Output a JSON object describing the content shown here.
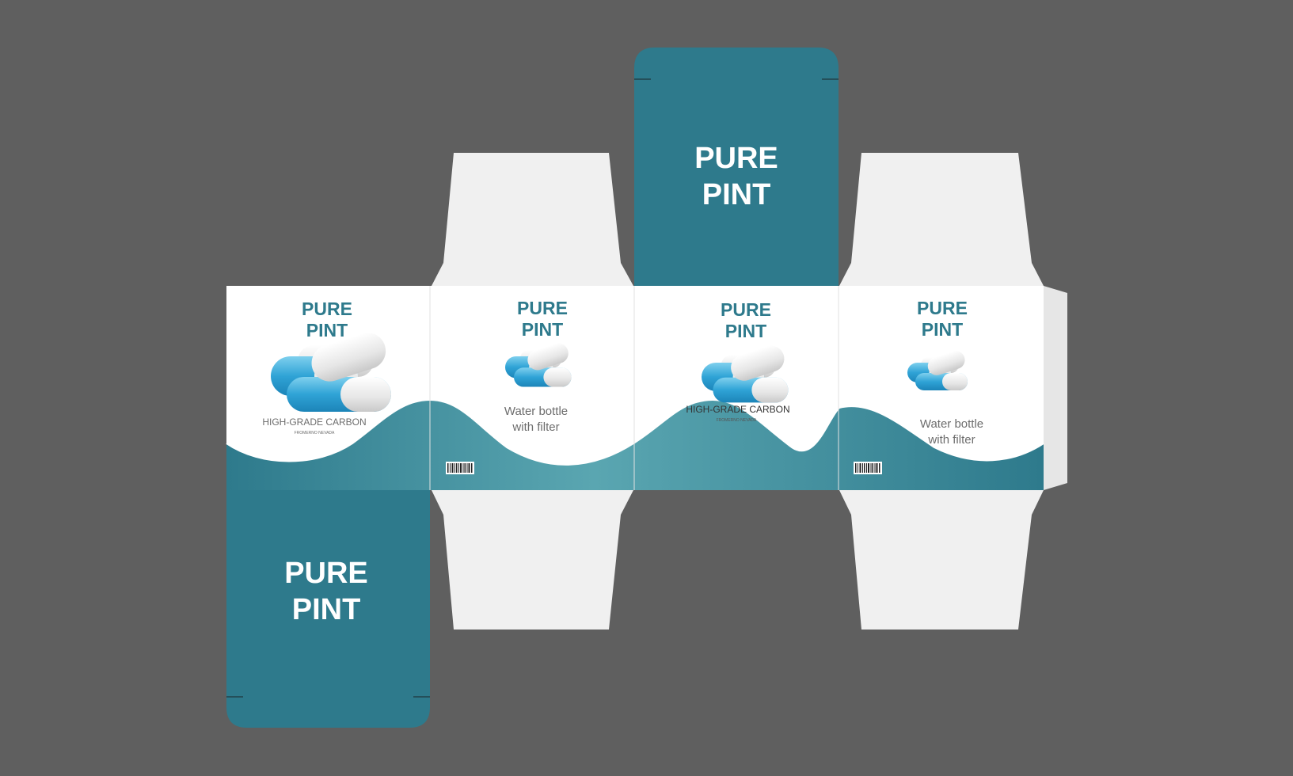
{
  "brand": {
    "line1": "PURE",
    "line2": "PINT"
  },
  "panels": [
    {
      "title1": "PURE",
      "title2": "PINT",
      "label": "HIGH-GRADE CARBON",
      "sublabel": "FROMERNO NEVADA"
    },
    {
      "title1": "PURE",
      "title2": "PINT",
      "caption1": "Water bottle",
      "caption2": "with filter"
    },
    {
      "title1": "PURE",
      "title2": "PINT",
      "label": "HIGH-GRADE CARBON",
      "sublabel": "FROMERNO NEVADA"
    },
    {
      "title1": "PURE",
      "title2": "PINT",
      "caption1": "Water bottle",
      "caption2": "with filter"
    }
  ],
  "colors": {
    "background": "#5f5f5f",
    "teal": "#2e7a8c",
    "teal_light": "#5aa6b1",
    "flap": "#f0f0f0",
    "capsule_blue": "#39a8d8",
    "capsule_white": "#ececec",
    "text_grey": "#6d6d6d"
  },
  "icons": {
    "capsule": "capsule-icon",
    "barcode": "barcode-icon"
  }
}
